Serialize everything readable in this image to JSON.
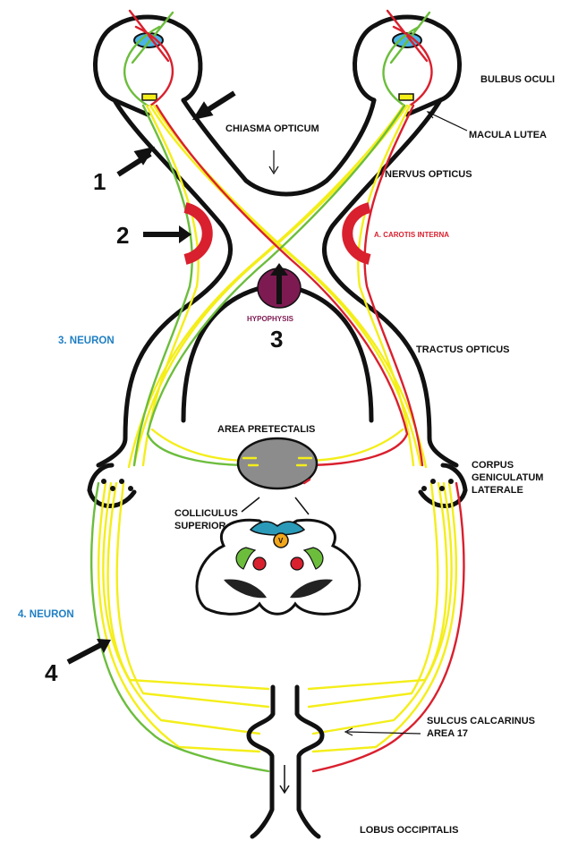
{
  "labels": {
    "bulbus_oculi": "BULBUS OCULI",
    "macula_lutea": "MACULA LUTEA",
    "chiasma_opticum": "CHIASMA OPTICUM",
    "nervus_opticus": "NERVUS OPTICUS",
    "carotis_interna": "A. CAROTIS INTERNA",
    "hypophysis": "HYPOPHYSIS",
    "tractus_opticus": "TRACTUS OPTICUS",
    "neuron_3": "3. NEURON",
    "area_pretectalis": "AREA PRETECTALIS",
    "colliculus_line1": "COLLICULUS",
    "colliculus_line2": "SUPERIOR",
    "corpus_line1": "CORPUS",
    "corpus_line2": "GENICULATUM",
    "corpus_line3": "LATERALE",
    "neuron_4": "4. NEURON",
    "sulcus_line1": "SULCUS CALCARINUS",
    "sulcus_line2": "AREA 17",
    "lobus_occipitalis": "LOBUS OCCIPITALIS",
    "nucleus_v": "V"
  },
  "markers": [
    "1",
    "2",
    "3",
    "4"
  ],
  "colors": {
    "outline": "#111111",
    "yellow_fibers": "#f4ee1a",
    "green_fibers": "#6cbd3c",
    "red_fibers": "#d9202e",
    "neuron_label": "#1f7fc4",
    "carotis_label": "#d9202e",
    "hypophysis": "#7e1a52",
    "lens": "#4bb4e6",
    "pretectal_area": "#8c8c8c",
    "colliculus_cap": "#2a9ab8"
  }
}
